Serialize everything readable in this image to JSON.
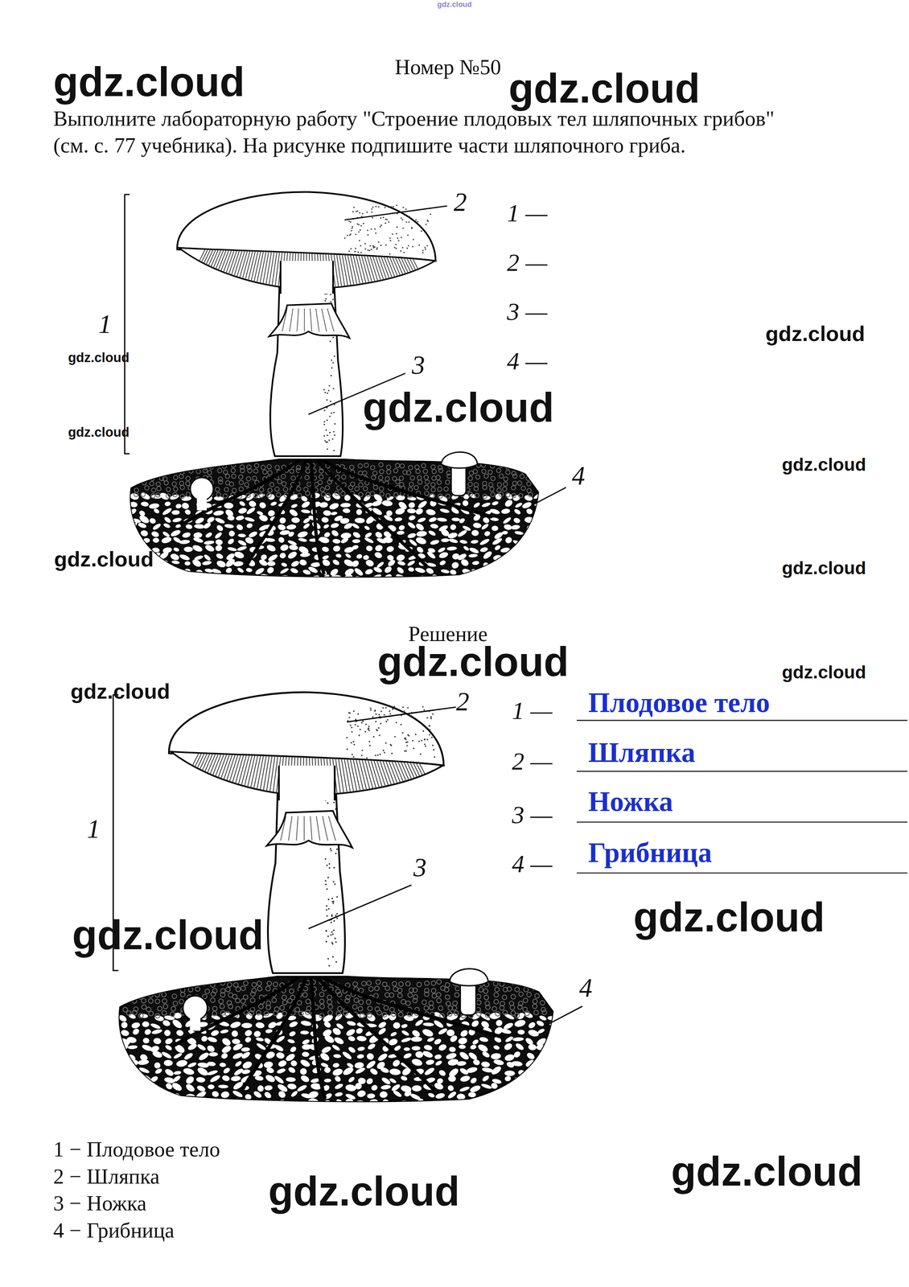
{
  "diagram": {
    "title": "Номер №50",
    "labels": [
      "gdz.cloud",
      "gdz.cloud",
      "gdz.cloud",
      "Выполните лабораторную работу \"Строение плодовых тел шляпочных грибов\" (см. с. 77 учебника). На рисунке подпишите части шляпочного гриба.",
      "2",
      "1 —",
      "2 —",
      "3 —",
      "1",
      "gdz.cloud",
      "gdz.cloud",
      "3",
      "4 —",
      "gdz.cloud",
      "gdz.cloud",
      "gdz.cloud",
      "4",
      "gdz.cloud",
      "gdz.cloud",
      "Решение",
      "gdz.cloud",
      "gdz.cloud",
      "gdz.cloud",
      "2",
      "1 —",
      "Плодовое тело",
      "2 —",
      "Шляпка",
      "1",
      "3 —",
      "Ножка",
      "3",
      "4 —",
      "Грибница",
      "gdz.cloud",
      "gdz.cloud",
      "4",
      "1 − Плодовое тело",
      "2 − Шляпка",
      "gdz.cloud",
      "3 − Ножка",
      "gdz.cloud",
      "4 − Грибница"
    ]
  }
}
